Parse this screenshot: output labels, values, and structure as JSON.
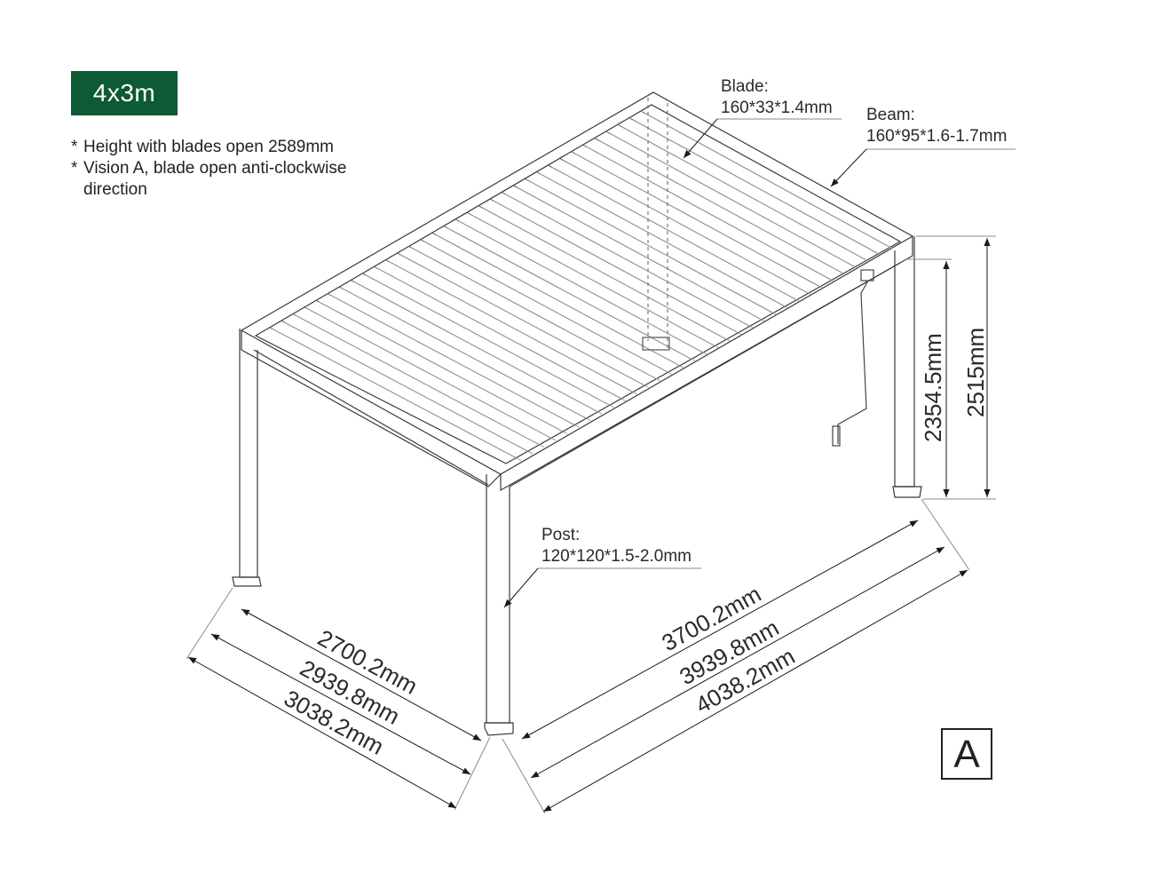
{
  "badge": "4x3m",
  "notes": [
    "Height with blades open 2589mm",
    "Vision A, blade open anti-clockwise",
    "direction"
  ],
  "note_marker": "*",
  "callouts": {
    "blade": {
      "title": "Blade:",
      "spec": "160*33*1.4mm"
    },
    "beam": {
      "title": "Beam:",
      "spec": "160*95*1.6-1.7mm"
    },
    "post": {
      "title": "Post:",
      "spec": "120*120*1.5-2.0mm"
    }
  },
  "dimensions": {
    "height_inner": "2354.5mm",
    "height_outer": "2515mm",
    "width_inner": "2700.2mm",
    "width_mid": "2939.8mm",
    "width_outer": "3038.2mm",
    "length_inner": "3700.2mm",
    "length_mid": "3939.8mm",
    "length_outer": "4038.2mm"
  },
  "vision_label": "A",
  "colors": {
    "badge": "#0d5a34",
    "line": "#3a3a3a"
  }
}
